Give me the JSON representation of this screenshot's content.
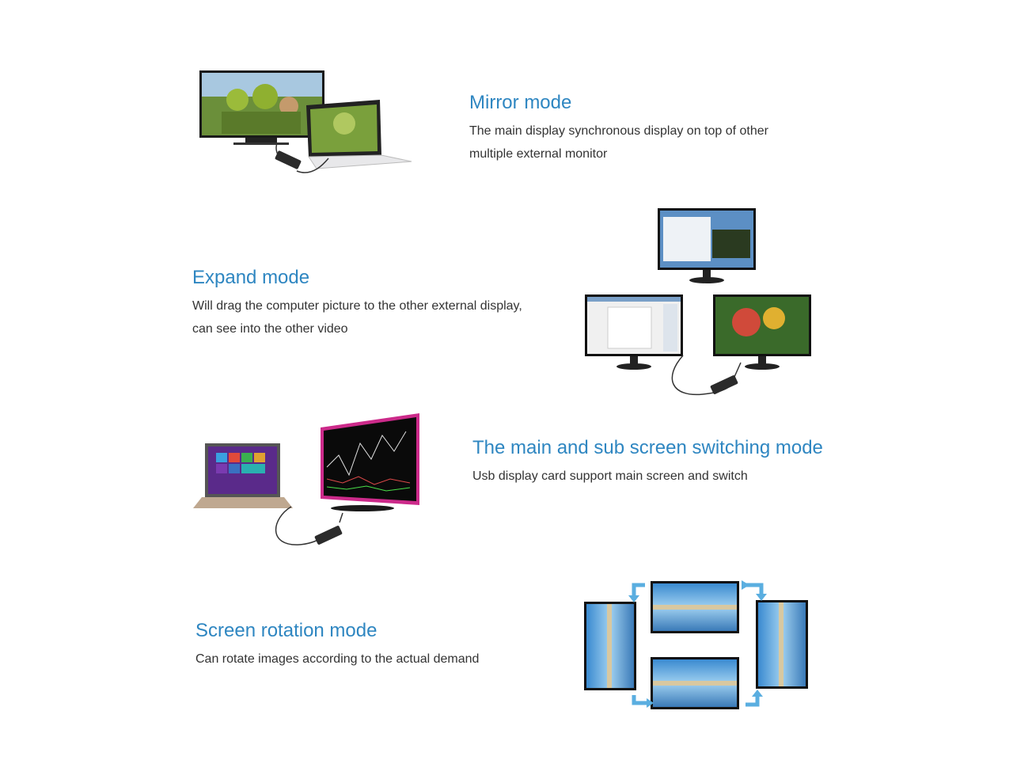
{
  "sections": [
    {
      "title": "Mirror mode",
      "desc_lines": [
        "The main display synchronous display on top of other",
        "multiple external monitor"
      ]
    },
    {
      "title": "Expand mode",
      "desc_lines": [
        "Will drag the computer picture to the other external display,",
        "can see into the other video"
      ]
    },
    {
      "title": "The main and sub screen switching mode",
      "desc_lines": [
        "Usb display card support main screen and switch"
      ]
    },
    {
      "title": "Screen rotation mode",
      "desc_lines": [
        "Can rotate images according to the actual demand"
      ]
    }
  ],
  "colors": {
    "title": "#2e86c1",
    "text": "#333333",
    "arrow": "#5aaee0"
  },
  "icons": [
    "monitor-laptop-mirror-illustration",
    "triple-monitor-expand-illustration",
    "laptop-stock-monitor-illustration",
    "rotation-arrows-illustration"
  ]
}
